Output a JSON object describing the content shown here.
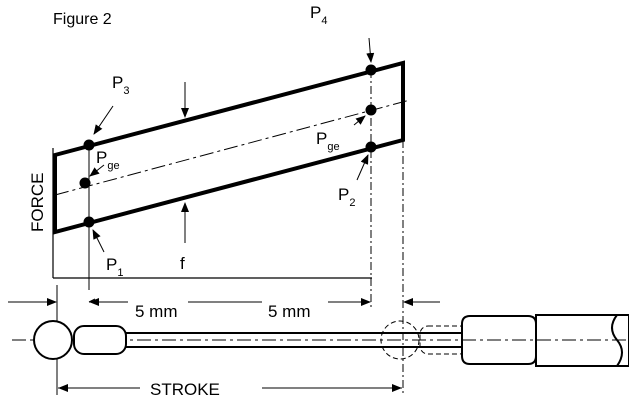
{
  "figure_title": "Figure 2",
  "force_label": "FORCE",
  "stroke_label": "STROKE",
  "dim_left": "5 mm",
  "dim_right": "5 mm",
  "feed_label": "f",
  "points": {
    "p1": {
      "main": "P",
      "sub": "1"
    },
    "p2": {
      "main": "P",
      "sub": "2"
    },
    "p3": {
      "main": "P",
      "sub": "3"
    },
    "p4": {
      "main": "P",
      "sub": "4"
    },
    "pge_left": {
      "main": "P",
      "sub": "ge"
    },
    "pge_right": {
      "main": "P",
      "sub": "ge"
    }
  },
  "colors": {
    "ink": "#000000",
    "background": "#ffffff"
  }
}
